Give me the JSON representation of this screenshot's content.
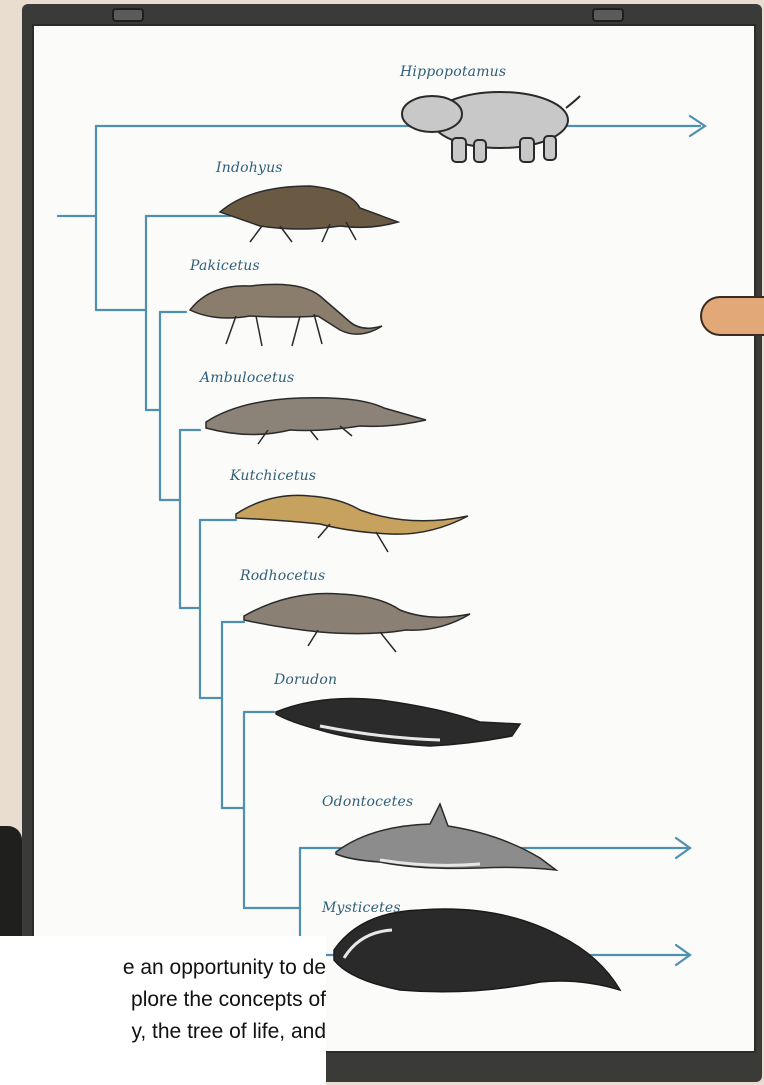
{
  "diagram": {
    "colors": {
      "branch": "#4f8fb0",
      "label": "#2f5f7a",
      "board": "#3a3a38",
      "paper": "#fbfbf9"
    },
    "taxa": [
      {
        "name": "Hippopotamus",
        "icon": "hippopotamus-illustration",
        "extant": true
      },
      {
        "name": "Indohyus",
        "icon": "indohyus-illustration",
        "extant": false
      },
      {
        "name": "Pakicetus",
        "icon": "pakicetus-illustration",
        "extant": false
      },
      {
        "name": "Ambulocetus",
        "icon": "ambulocetus-illustration",
        "extant": false
      },
      {
        "name": "Kutchicetus",
        "icon": "kutchicetus-illustration",
        "extant": false
      },
      {
        "name": "Rodhocetus",
        "icon": "rodhocetus-illustration",
        "extant": false
      },
      {
        "name": "Dorudon",
        "icon": "dorudon-illustration",
        "extant": false
      },
      {
        "name": "Odontocetes",
        "icon": "dolphin-illustration",
        "extant": true
      },
      {
        "name": "Mysticetes",
        "icon": "baleen-whale-illustration",
        "extant": true
      }
    ]
  },
  "caption": {
    "lines": [
      "e an opportunity to de",
      "plore the concepts of",
      "y, the tree of life, and"
    ]
  }
}
